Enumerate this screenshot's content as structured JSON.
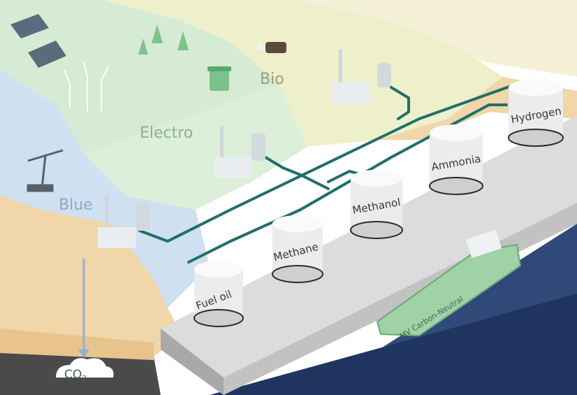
{
  "regions": {
    "bio": "Bio",
    "electro": "Electro",
    "blue": "Blue"
  },
  "tanks": [
    {
      "id": "fuel-oil",
      "label": "Fuel oil"
    },
    {
      "id": "methane",
      "label": "Methane"
    },
    {
      "id": "methanol",
      "label": "Methanol"
    },
    {
      "id": "ammonia",
      "label": "Ammonia"
    },
    {
      "id": "hydrogen",
      "label": "Hydrogen"
    }
  ],
  "ship": {
    "name": "MV Carbon-Neutral"
  },
  "co2": {
    "main": "CO",
    "sub": "2"
  },
  "colors": {
    "pipe": "#1f6f6a",
    "bio_region": "#eef0cc",
    "electro_region": "#d6ebd3",
    "blue_region": "#cfe0f0",
    "sand": "#f0d6a8",
    "water": "#2f4a78",
    "platform": "#d9d9d9",
    "ship_hull": "#9fd2a6"
  }
}
